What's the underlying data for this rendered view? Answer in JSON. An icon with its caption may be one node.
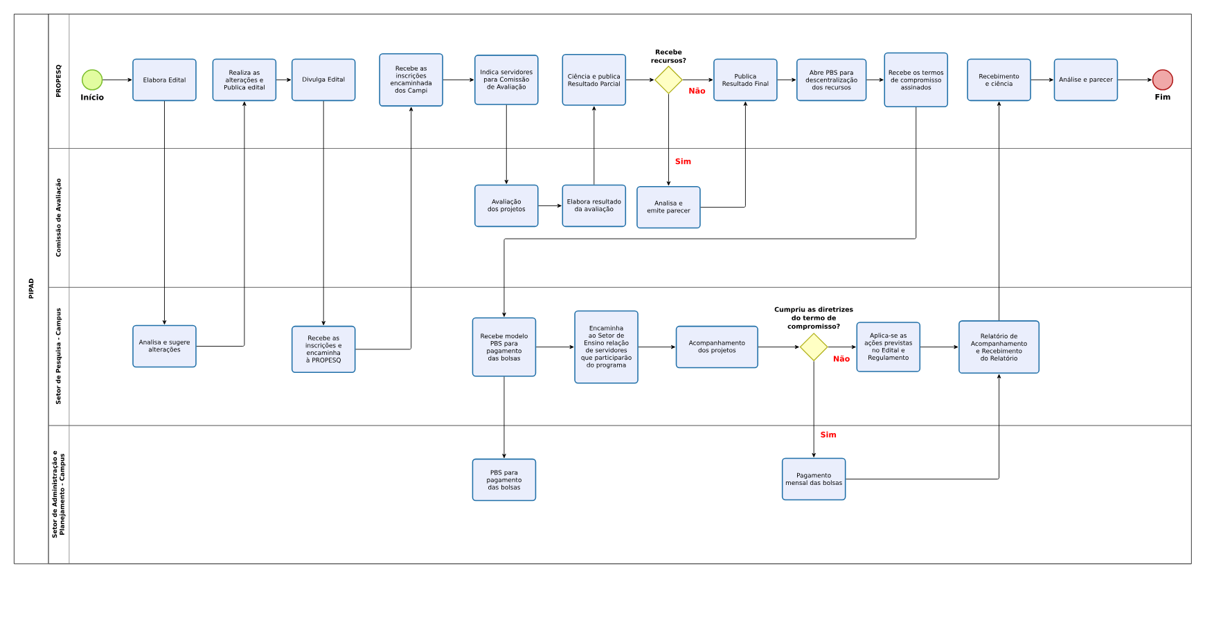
{
  "diagram": {
    "nodes": [
      {
        "text": [
          "PIPAD"
        ]
      },
      {
        "text": [
          "PROPESQ"
        ],
        "in": 0
      },
      {
        "text": [
          "Comissão de Avaliação"
        ],
        "in": 0
      },
      {
        "text": [
          "Setor de Pesquisa - Campus"
        ],
        "in": 0
      },
      {
        "text": [
          "Setor de Administração e Planejamento - Campus"
        ],
        "in": 0
      },
      {
        "text": [
          "Início"
        ],
        "in": 1
      },
      {
        "text": [
          "Elabora Edital"
        ],
        "in": 1
      },
      {
        "text": [
          "Realiza as alterações e Publica edital"
        ],
        "in": 1
      },
      {
        "text": [
          "Divulga Edital"
        ],
        "in": 1
      },
      {
        "text": [
          "Recebe as inscrições encaminhada dos Campi"
        ],
        "in": 1
      },
      {
        "text": [
          "Indica servidores para Comissão de Avaliação"
        ],
        "in": 1
      },
      {
        "text": [
          "Ciência e publica Resultado Parcial"
        ],
        "in": 1
      },
      {
        "text": [
          "Recebe recursos?"
        ],
        "in": 1
      },
      {
        "text": [
          "Publica Resultado Final"
        ],
        "in": 1
      },
      {
        "text": [
          "Abre PBS para descentralização dos recursos"
        ],
        "in": 1
      },
      {
        "text": [
          "Recebe os termos de compromisso assinados"
        ],
        "in": 1
      },
      {
        "text": [
          "Recebimento e ciência"
        ],
        "in": 1
      },
      {
        "text": [
          "Análise e parecer"
        ],
        "in": 1
      },
      {
        "text": [
          "Fim"
        ],
        "in": 1
      },
      {
        "text": [
          "Avaliação dos projetos"
        ],
        "in": 2
      },
      {
        "text": [
          "Elabora resultado da avaliação"
        ],
        "in": 2
      },
      {
        "text": [
          "Analisa e emite parecer"
        ],
        "in": 2
      },
      {
        "text": [
          "Analisa e sugere alterações"
        ],
        "in": 3
      },
      {
        "text": [
          "Recebe as inscrições e encaminha à PROPESQ"
        ],
        "in": 3
      },
      {
        "text": [
          "Recebe modelo PBS para pagamento das bolsas"
        ],
        "in": 3
      },
      {
        "text": [
          "Encaminha ao Setor de Ensino relação de servidores que participarão do programa"
        ],
        "in": 3
      },
      {
        "text": [
          "Acompanhamento dos projetos"
        ],
        "in": 3
      },
      {
        "text": [
          "Cumpriu as diretrizes do termo de compromisso?"
        ],
        "in": 3
      },
      {
        "text": [
          "Aplica-se as ações previstas no Edital e Regulamento"
        ],
        "in": 3
      },
      {
        "text": [
          "Relatório de Acompanhamento e Recebimento do Relatório"
        ],
        "in": 3
      },
      {
        "text": [
          "PBS para pagamento das bolsas"
        ],
        "in": 4
      },
      {
        "text": [
          "Pagamento mensal das bolsas"
        ],
        "in": 4
      }
    ],
    "edges": [
      {
        "from": 5,
        "to": 6,
        "arrow": "to"
      },
      {
        "from": 6,
        "to": 22,
        "arrow": "to"
      },
      {
        "from": 22,
        "to": 7,
        "arrow": "to"
      },
      {
        "from": 7,
        "to": 8,
        "arrow": "to"
      },
      {
        "from": 8,
        "to": 23,
        "arrow": "to"
      },
      {
        "from": 23,
        "to": 9,
        "arrow": "to"
      },
      {
        "from": 9,
        "to": 10,
        "arrow": "to"
      },
      {
        "from": 10,
        "to": 19,
        "arrow": "to"
      },
      {
        "from": 19,
        "to": 20,
        "arrow": "to"
      },
      {
        "from": 20,
        "to": 11,
        "arrow": "to"
      },
      {
        "from": 11,
        "to": 12,
        "arrow": "to"
      },
      {
        "from": 12,
        "to": 13,
        "arrow": "to",
        "label": "Não"
      },
      {
        "from": 12,
        "to": 21,
        "arrow": "to",
        "label": "Sim"
      },
      {
        "from": 21,
        "to": 13,
        "arrow": "to"
      },
      {
        "from": 13,
        "to": 14,
        "arrow": "to"
      },
      {
        "from": 14,
        "to": 15,
        "arrow": "to"
      },
      {
        "from": 15,
        "to": 24,
        "arrow": "to"
      },
      {
        "from": 24,
        "to": 25,
        "arrow": "to"
      },
      {
        "from": 24,
        "to": 30,
        "arrow": "to"
      },
      {
        "from": 25,
        "to": 26,
        "arrow": "to"
      },
      {
        "from": 26,
        "to": 27,
        "arrow": "to"
      },
      {
        "from": 27,
        "to": 28,
        "arrow": "to",
        "label": "Não"
      },
      {
        "from": 27,
        "to": 31,
        "arrow": "to",
        "label": "Sim"
      },
      {
        "from": 28,
        "to": 29,
        "arrow": "to"
      },
      {
        "from": 31,
        "to": 29,
        "arrow": "to"
      },
      {
        "from": 29,
        "to": 16,
        "arrow": "to"
      },
      {
        "from": 16,
        "to": 17,
        "arrow": "to"
      },
      {
        "from": 17,
        "to": 18,
        "arrow": "to"
      }
    ]
  }
}
